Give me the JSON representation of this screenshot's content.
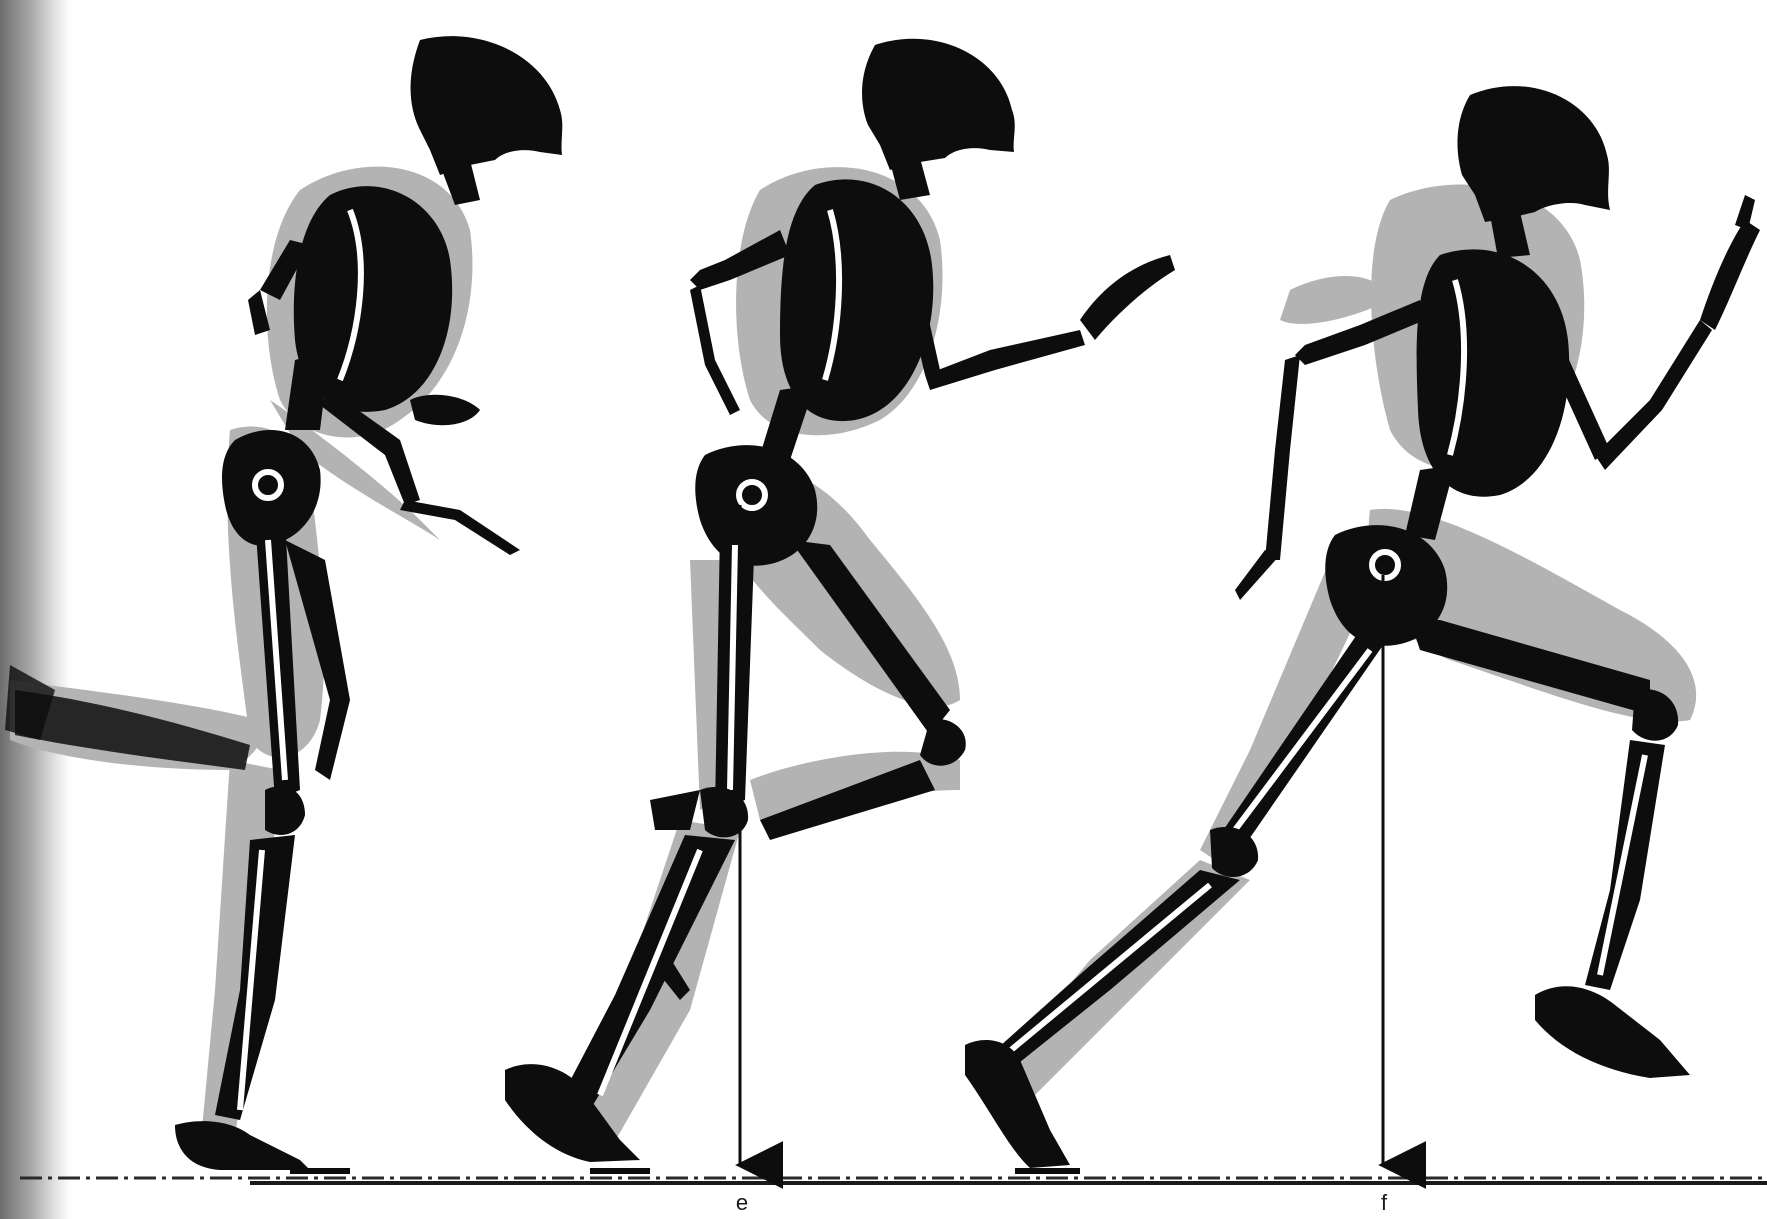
{
  "diagram": {
    "markers": [
      {
        "id": "e",
        "label": "e"
      },
      {
        "id": "f",
        "label": "f"
      }
    ],
    "colors": {
      "bone": "#0d0d0d",
      "body_outline": "#b3b3b3",
      "joint": "#ffffff",
      "ground": "#2a2a2a"
    },
    "figures": [
      "runner-1-knee-lift",
      "runner-2-foot-strike",
      "runner-3-push-off"
    ]
  }
}
